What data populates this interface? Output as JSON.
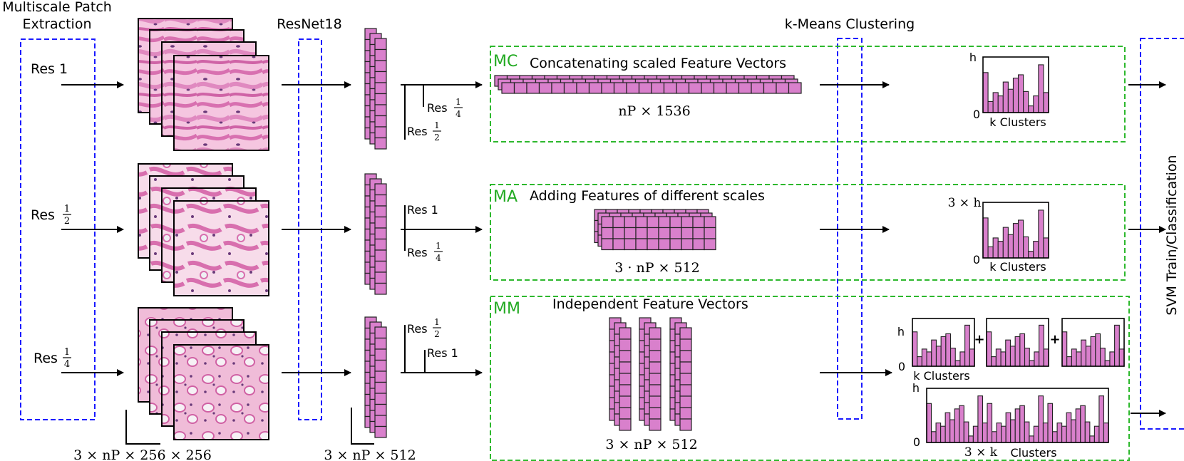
{
  "labels": {
    "extraction_line1": "Multiscale Patch",
    "extraction_line2": "Extraction",
    "resnet": "ResNet18",
    "kmeans": "k-Means Clustering",
    "svm": "SVM Train/Classification"
  },
  "rows": [
    {
      "res_label": "Res 1",
      "branches": [
        {
          "prefix": "Res",
          "num": "1",
          "den": "4"
        },
        {
          "prefix": "Res",
          "num": "1",
          "den": "2"
        }
      ]
    },
    {
      "res_label": "Res",
      "res_num": "1",
      "res_den": "2",
      "branches": [
        {
          "prefix": "Res",
          "num": "1",
          "den": ""
        },
        {
          "prefix": "Res",
          "num": "1",
          "den": "4"
        }
      ]
    },
    {
      "res_label": "Res",
      "res_num": "1",
      "res_den": "4",
      "branches": [
        {
          "prefix": "Res",
          "num": "1",
          "den": "2"
        },
        {
          "prefix": "Res",
          "num": "1",
          "den": ""
        }
      ]
    }
  ],
  "dims": {
    "patch": "3 × nP × 256 × 256",
    "resnet": "3 × nP × 512"
  },
  "mc": {
    "tag": "MC",
    "title": "Concatenating scaled Feature Vectors",
    "dim": "nP × 1536",
    "hist_ylabel": "h",
    "hist_zero": "0",
    "hist_xlabel": "k Clusters"
  },
  "ma": {
    "tag": "MA",
    "title": "Adding Features of different scales",
    "dim": "3 · nP × 512",
    "hist_ylabel": "3 × h",
    "hist_zero": "0",
    "hist_xlabel": "k Clusters"
  },
  "mm": {
    "tag": "MM",
    "title": "Independent Feature Vectors",
    "dim": "3 × nP × 512",
    "hist_ylabel": "h",
    "hist_zero": "0",
    "hist_xlabel": "k Clusters",
    "plus": "+",
    "big_ylabel": "h",
    "big_zero": "0",
    "big_xlabel_a": "3 × k",
    "big_xlabel_b": "Clusters"
  },
  "histogram_values": [
    0.72,
    0.2,
    0.36,
    0.3,
    0.55,
    0.42,
    0.62,
    0.68,
    0.38,
    0.12,
    0.3,
    0.86,
    0.36
  ],
  "colors": {
    "block": "#d980cc",
    "block_stroke": "#222222",
    "blue_dashed": "#1a1aff",
    "green_dashed": "#2db82d",
    "tissue_light": "#f2c2dc",
    "tissue_dark": "#d86fae",
    "tissue_nucleus": "#6a3a7a"
  }
}
